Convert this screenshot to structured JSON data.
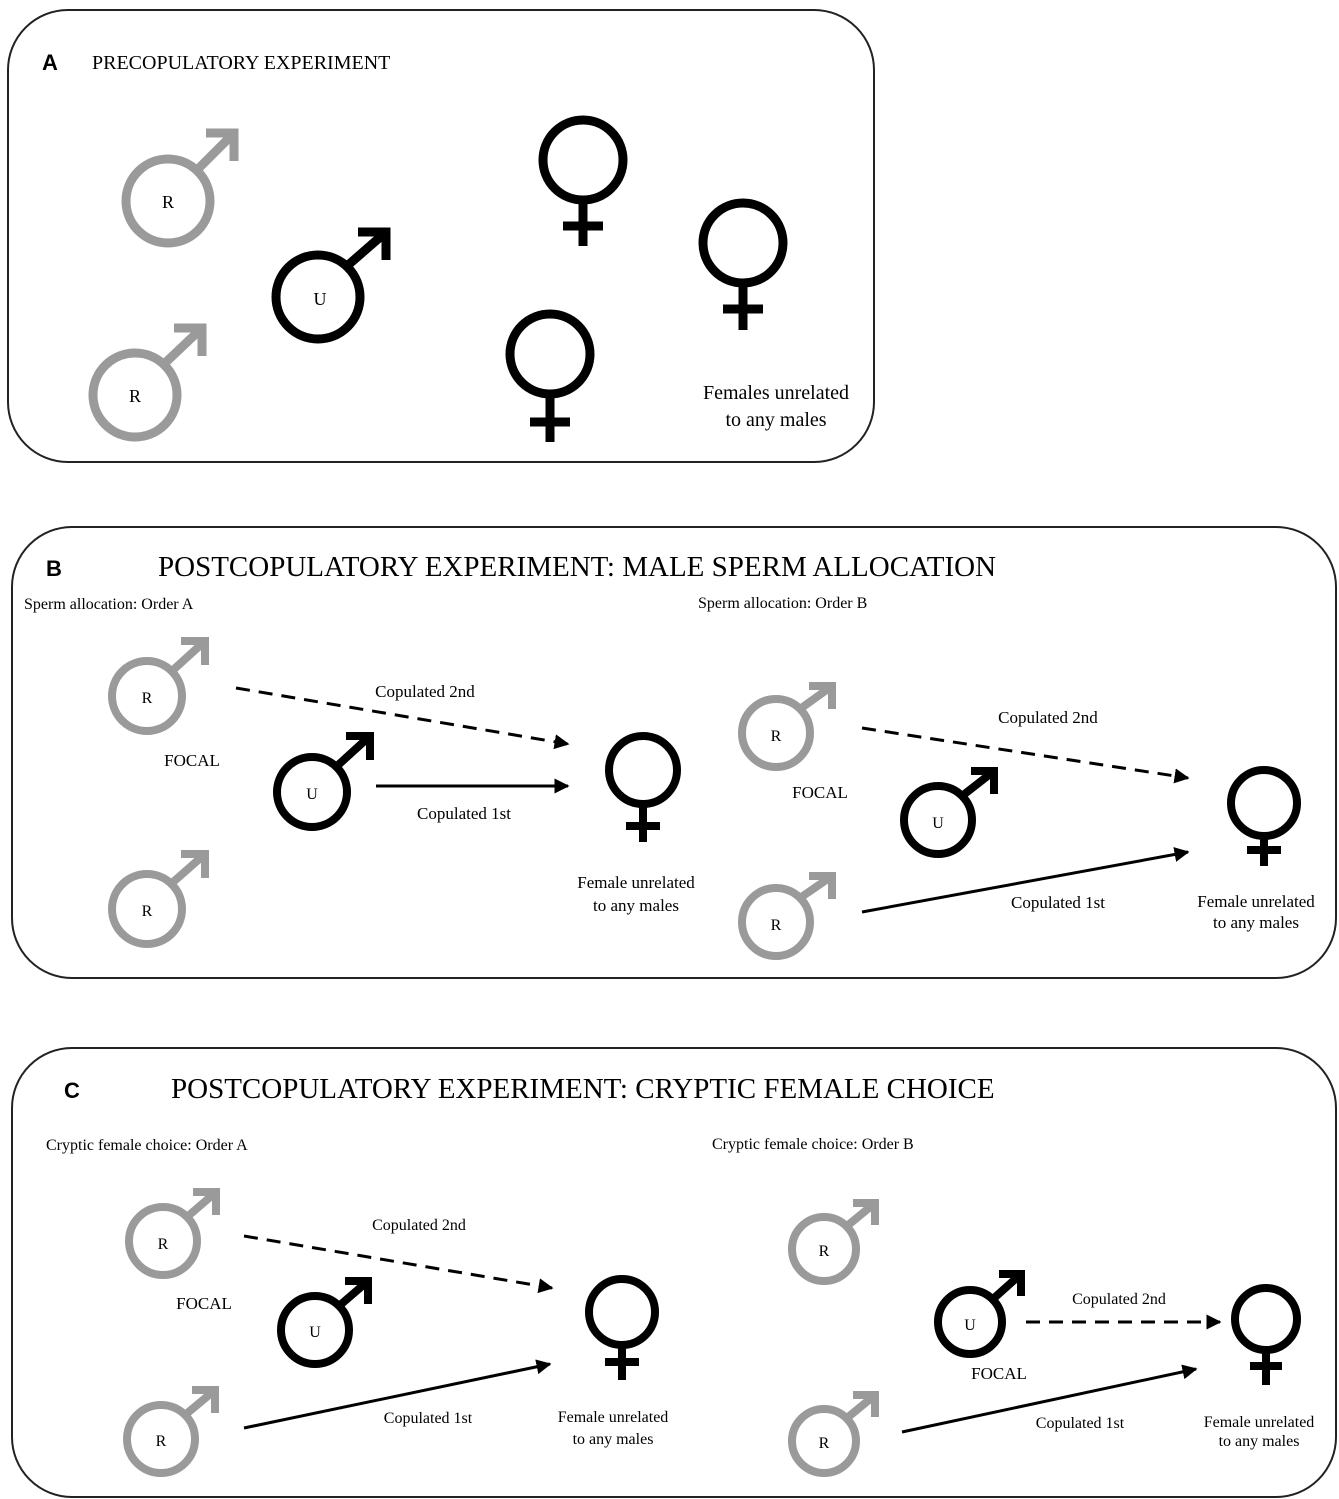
{
  "colors": {
    "related": "#9a9a9a",
    "unrelated": "#000000",
    "panel_border": "#222222"
  },
  "panels": {
    "a": {
      "letter": "A",
      "title": "PRECOPULATORY EXPERIMENT",
      "male_related_1": "R",
      "male_related_2": "R",
      "male_unrelated": "U",
      "female_caption_1": "Females unrelated",
      "female_caption_2": "to any males"
    },
    "b": {
      "letter": "B",
      "title": "POSTCOPULATORY EXPERIMENT: MALE SPERM ALLOCATION",
      "left": {
        "subtitle": "Sperm allocation: Order A",
        "male_top": "R",
        "male_bottom": "R",
        "male_unrelated": "U",
        "focal": "FOCAL",
        "arrow_second": "Copulated 2nd",
        "arrow_first": "Copulated 1st",
        "female_caption_1": "Female unrelated",
        "female_caption_2": "to any males"
      },
      "right": {
        "subtitle": "Sperm allocation: Order B",
        "male_top": "R",
        "male_bottom": "R",
        "male_unrelated": "U",
        "focal": "FOCAL",
        "arrow_second": "Copulated 2nd",
        "arrow_first": "Copulated 1st",
        "female_caption_1": "Female unrelated",
        "female_caption_2": "to any males"
      }
    },
    "c": {
      "letter": "C",
      "title": "POSTCOPULATORY EXPERIMENT: CRYPTIC FEMALE CHOICE",
      "left": {
        "subtitle": "Cryptic female choice: Order A",
        "male_top": "R",
        "male_bottom": "R",
        "male_unrelated": "U",
        "focal": "FOCAL",
        "arrow_second": "Copulated 2nd",
        "arrow_first": "Copulated 1st",
        "female_caption_1": "Female unrelated",
        "female_caption_2": "to any males"
      },
      "right": {
        "subtitle": "Cryptic female choice: Order B",
        "male_top": "R",
        "male_bottom": "R",
        "male_unrelated": "U",
        "focal": "FOCAL",
        "arrow_second": "Copulated 2nd",
        "arrow_first": "Copulated 1st",
        "female_caption_1": "Female unrelated",
        "female_caption_2": "to any males"
      }
    }
  }
}
